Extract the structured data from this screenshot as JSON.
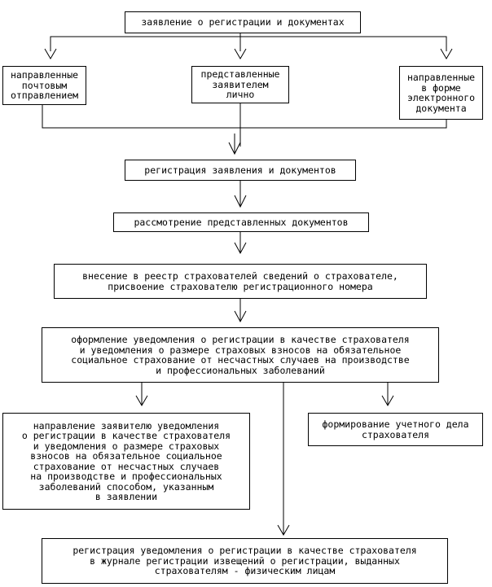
{
  "nodes": {
    "application": "заявление о регистрации и документах",
    "by_mail": "направленные\nпочтовым\nотправлением",
    "in_person": "представленные\nзаявителем\nлично",
    "electronic": "направленные\nв форме\nэлектронного\nдокумента",
    "registration": "регистрация заявления и документов",
    "review": "рассмотрение представленных документов",
    "registry_entry": "внесение в реестр страхователей сведений о страхователе,\nприсвоение страхователю регистрационного номера",
    "notice_prep": "оформление уведомления о регистрации в качестве страхователя\nи уведомления о размере страховых взносов на обязательное\nсоциальное страхование от несчастных случаев на производстве\nи профессиональных заболеваний",
    "send_notice": "направление заявителю уведомления\nо регистрации в качестве страхователя\nи уведомления о размере страховых\nвзносов на обязательное социальное\nстрахование от несчастных случаев\nна производстве и профессиональных\nзаболеваний способом, указанным\nв заявлении",
    "account_file": "формирование учетного дела\nстрахователя",
    "journal": "регистрация уведомления о регистрации в качестве страхователя\nв журнале регистрации извещений о регистрации, выданных\nстрахователям - физическим лицам"
  },
  "line_color": "#000000"
}
